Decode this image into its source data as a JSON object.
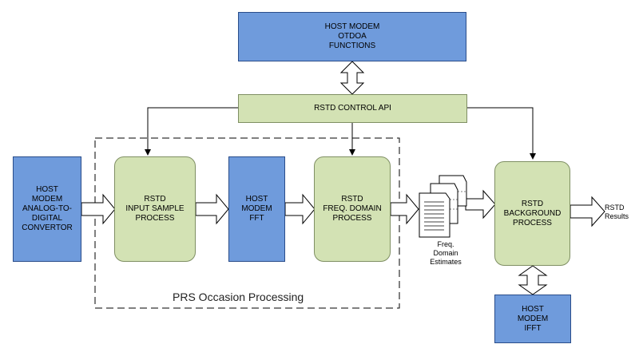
{
  "nodes": {
    "otdoa": "HOST MODEM\nOTDOA\nFUNCTIONS",
    "control_api": "RSTD CONTROL API",
    "adc": "HOST\nMODEM\nANALOG-TO-\nDIGITAL\nCONVERTOR",
    "input_sample": "RSTD\nINPUT SAMPLE\nPROCESS",
    "fft": "HOST\nMODEM\nFFT",
    "freq_domain": "RSTD\nFREQ. DOMAIN\nPROCESS",
    "background": "RSTD\nBACKGROUND\nPROCESS",
    "ifft": "HOST\nMODEM\nIFFT"
  },
  "labels": {
    "prs_occasion": "PRS Occasion Processing",
    "freq_estimates": "Freq.\nDomain\nEstimates",
    "rstd_results": "RSTD\nResults"
  },
  "colors": {
    "blue_box": "#6f9bdc",
    "green_box": "#d3e2b4"
  }
}
